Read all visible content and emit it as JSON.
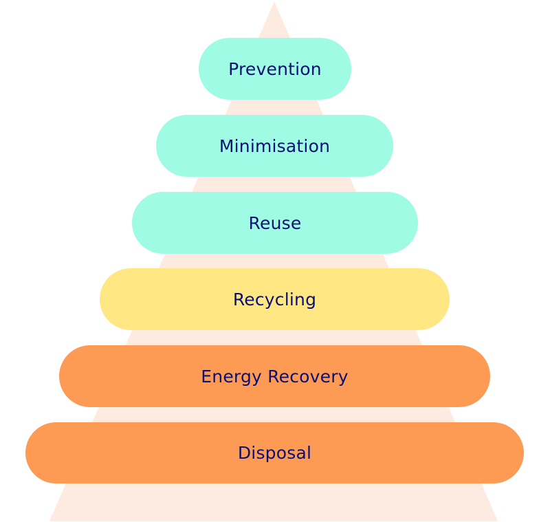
{
  "title": "Waste hierarchy",
  "colors": {
    "background_triangle": "#fdebe1",
    "text": "#0a1172",
    "teal": "#9ffbe3",
    "yellow": "#ffe784",
    "orange": "#fd9b55"
  },
  "levels": [
    {
      "label": "Prevention",
      "color_key": "teal"
    },
    {
      "label": "Minimisation",
      "color_key": "teal"
    },
    {
      "label": "Reuse",
      "color_key": "teal"
    },
    {
      "label": "Recycling",
      "color_key": "yellow"
    },
    {
      "label": "Energy Recovery",
      "color_key": "orange"
    },
    {
      "label": "Disposal",
      "color_key": "orange"
    }
  ]
}
